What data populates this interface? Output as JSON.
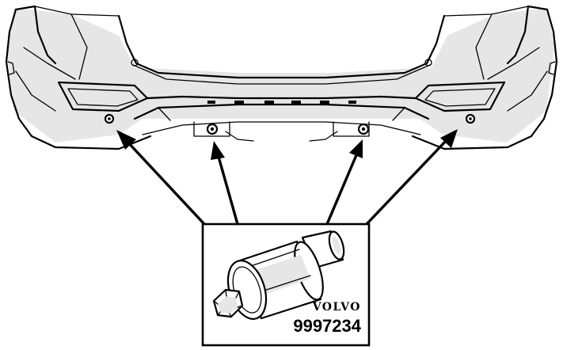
{
  "tool": {
    "brand": "VOLVO",
    "part_number": "9997234"
  },
  "fastener_count": 4
}
